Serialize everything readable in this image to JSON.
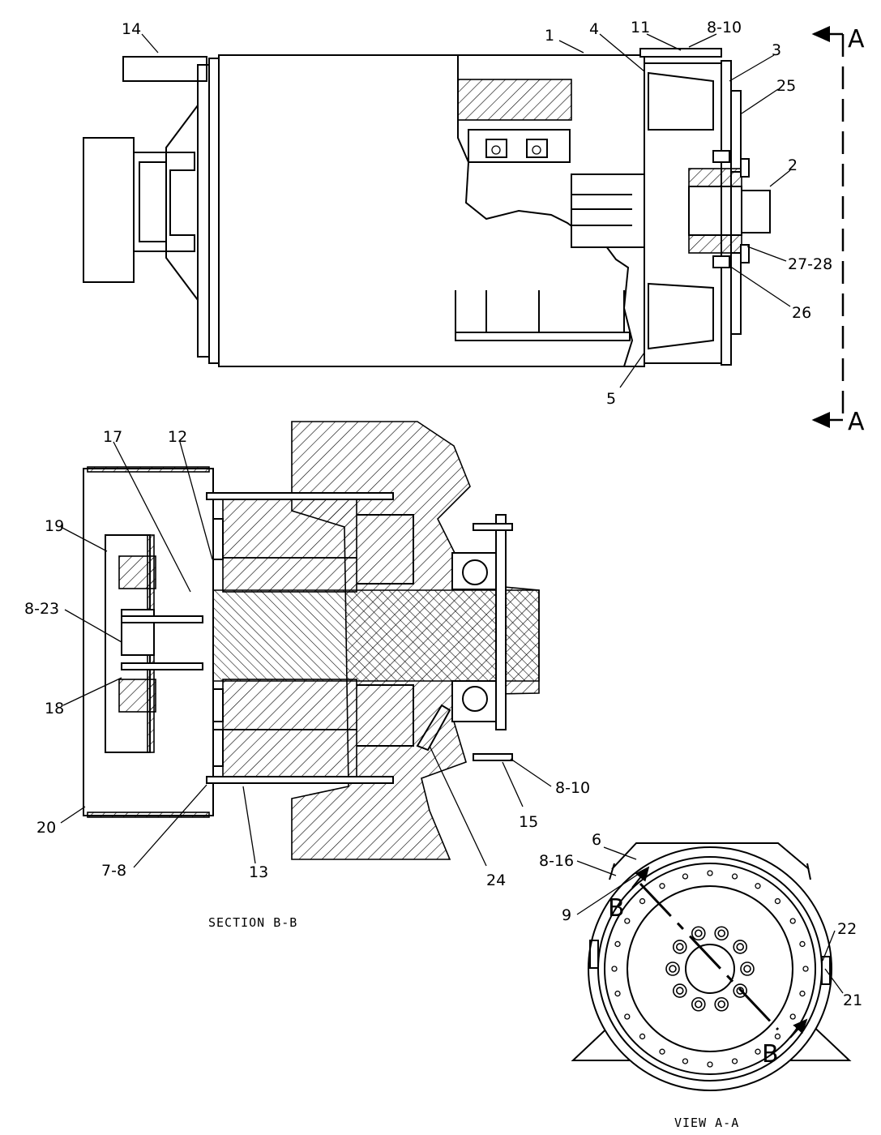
{
  "drawing": {
    "view_label": "A",
    "section_caption": "SECTION B-B",
    "view_caption": "VIEW A-A",
    "section_label": "B"
  },
  "callouts": {
    "c1": "1",
    "c2": "2",
    "c3": "3",
    "c4": "4",
    "c5": "5",
    "c6": "6",
    "c7_8": "7-8",
    "c8_10_top": "8-10",
    "c8_10_sec": "8-10",
    "c8_16": "8-16",
    "c8_23": "8-23",
    "c9": "9",
    "c11": "11",
    "c12": "12",
    "c13": "13",
    "c14": "14",
    "c15": "15",
    "c17": "17",
    "c18": "18",
    "c19": "19",
    "c20": "20",
    "c21": "21",
    "c22": "22",
    "c24": "24",
    "c25": "25",
    "c26": "26",
    "c27_28": "27-28"
  }
}
